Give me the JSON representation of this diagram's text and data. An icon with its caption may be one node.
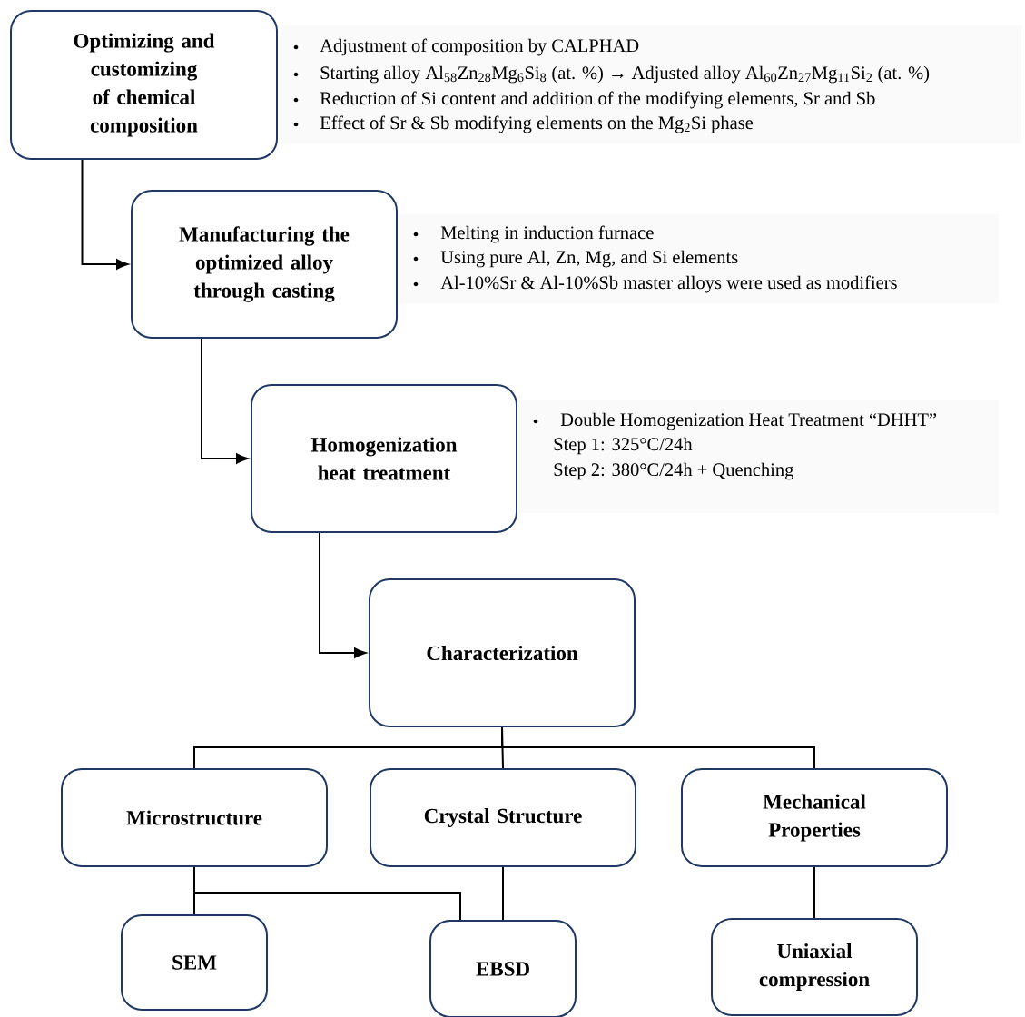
{
  "diagram": {
    "nodes": [
      {
        "text": [
          "Optimizing and customizing of chemical composition"
        ],
        "beside": [
          "Adjustment of composition by CALPHAD",
          "Starting alloy Al$_{58}$Zn$_{28}$Mg$_{6}$Si$_{8}$ (at. %) → Adjusted alloy Al$_{60}$Zn$_{27}$Mg$_{11}$Si$_{2}$ (at. %)",
          "Reduction of Si content and addition of the modifying elements, Sr and Sb",
          "Effect of Sr & Sb modifying elements on the Mg$_{2}$Si phase"
        ]
      },
      {
        "text": [
          "Manufacturing the optimized alloy through casting"
        ],
        "beside": [
          "Melting in induction furnace",
          "Using pure Al, Zn, Mg, and Si elements",
          "Al-10%Sr & Al-10%Sb master alloys were used as modifiers"
        ]
      },
      {
        "text": [
          "Homogenization heat treatment"
        ],
        "beside": [
          "Double Homogenization Heat Treatment “DHHT”",
          "Step 1:  325°C/24h",
          "Step 2:  380°C/24h + Quenching"
        ]
      },
      {
        "text": [
          "Characterization"
        ]
      },
      {
        "text": [
          "Microstructure"
        ]
      },
      {
        "text": [
          "Crystal Structure"
        ]
      },
      {
        "text": [
          "Mechanical Properties"
        ]
      },
      {
        "text": [
          "SEM"
        ]
      },
      {
        "text": [
          "EBSD"
        ]
      },
      {
        "text": [
          "Uniaxial compression"
        ]
      }
    ],
    "edges": [
      {
        "from": 0,
        "to": 1,
        "arrow": "to"
      },
      {
        "from": 1,
        "to": 2,
        "arrow": "to"
      },
      {
        "from": 2,
        "to": 3,
        "arrow": "to"
      },
      {
        "from": 3,
        "to": 4,
        "arrow": "none"
      },
      {
        "from": 3,
        "to": 5,
        "arrow": "none"
      },
      {
        "from": 3,
        "to": 6,
        "arrow": "none"
      },
      {
        "from": 4,
        "to": 7,
        "arrow": "none"
      },
      {
        "from": 4,
        "to": 8,
        "arrow": "none"
      },
      {
        "from": 5,
        "to": 8,
        "arrow": "none"
      },
      {
        "from": 6,
        "to": 9,
        "arrow": "none"
      }
    ]
  }
}
